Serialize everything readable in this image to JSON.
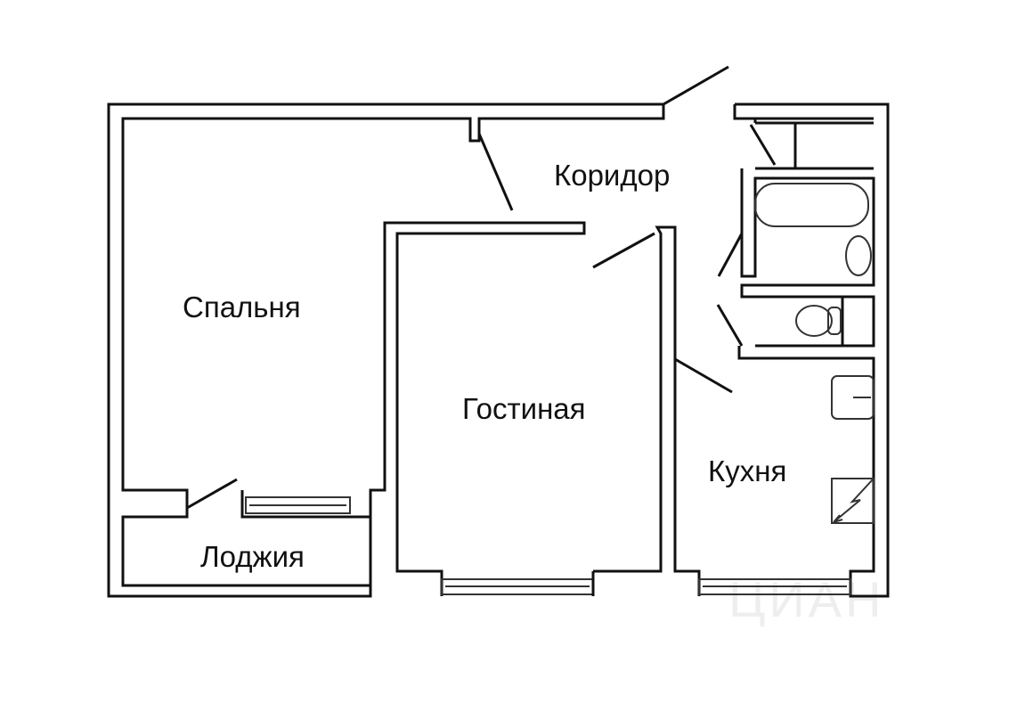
{
  "rooms": {
    "corridor": "Коридор",
    "bedroom": "Спальня",
    "living_room": "Гостиная",
    "kitchen": "Кухня",
    "loggia": "Лоджия"
  },
  "watermark": "ЦИАН"
}
